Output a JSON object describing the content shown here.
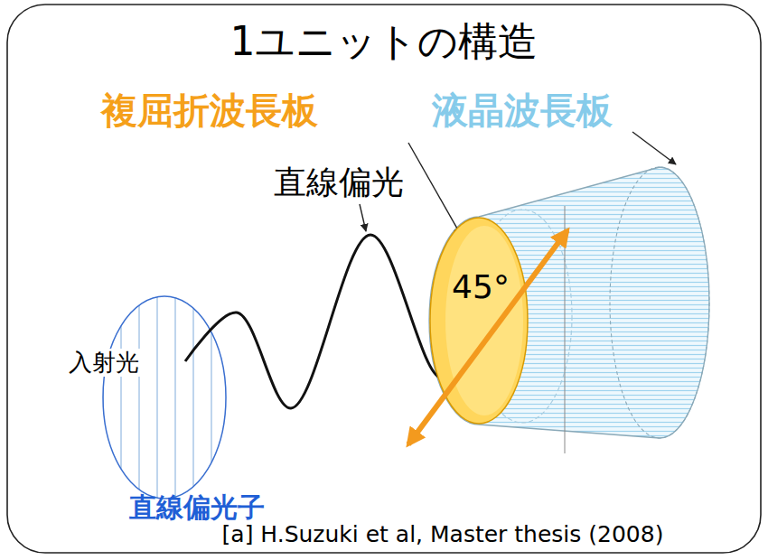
{
  "diagram": {
    "title": "1ユニットの構造",
    "nodes": [
      {
        "text": [
          "45°"
        ]
      }
    ],
    "labels": [
      "複屈折波長板",
      "液晶波長板",
      "直線偏光",
      "入射光",
      "直線偏光子",
      "[a] H.Suzuki et al, Master thesis (2008)"
    ]
  }
}
